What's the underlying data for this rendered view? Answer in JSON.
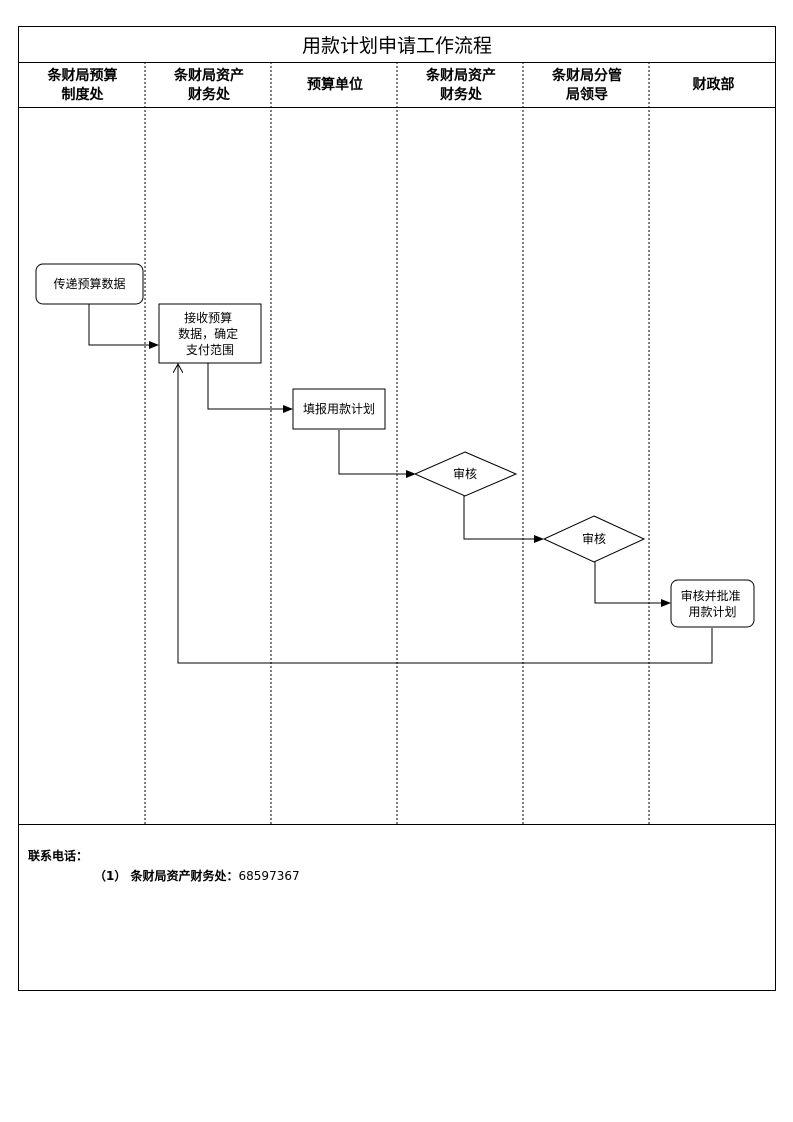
{
  "title": "用款计划申请工作流程",
  "lanes": [
    {
      "label": "条财局预算\n制度处"
    },
    {
      "label": "条财局资产\n财务处"
    },
    {
      "label": "预算单位"
    },
    {
      "label": "条财局资产\n财务处"
    },
    {
      "label": "条财局分管\n局领导"
    },
    {
      "label": "财政部"
    }
  ],
  "nodes": {
    "n1": {
      "lines": [
        "传递预算数据"
      ]
    },
    "n2": {
      "lines": [
        "接收预算",
        "数据，确定",
        "支付范围"
      ]
    },
    "n3": {
      "lines": [
        "填报用款计划"
      ]
    },
    "n4": {
      "lines": [
        "审核"
      ]
    },
    "n5": {
      "lines": [
        "审核"
      ]
    },
    "n6": {
      "lines": [
        "审核并批准",
        "用款计划"
      ]
    }
  },
  "footer": {
    "contact_label": "联系电话：",
    "contact_prefix": "（1） 条财局资产财务处：",
    "contact_number": "68597367"
  },
  "colors": {
    "line": "#000000",
    "background": "#ffffff"
  }
}
